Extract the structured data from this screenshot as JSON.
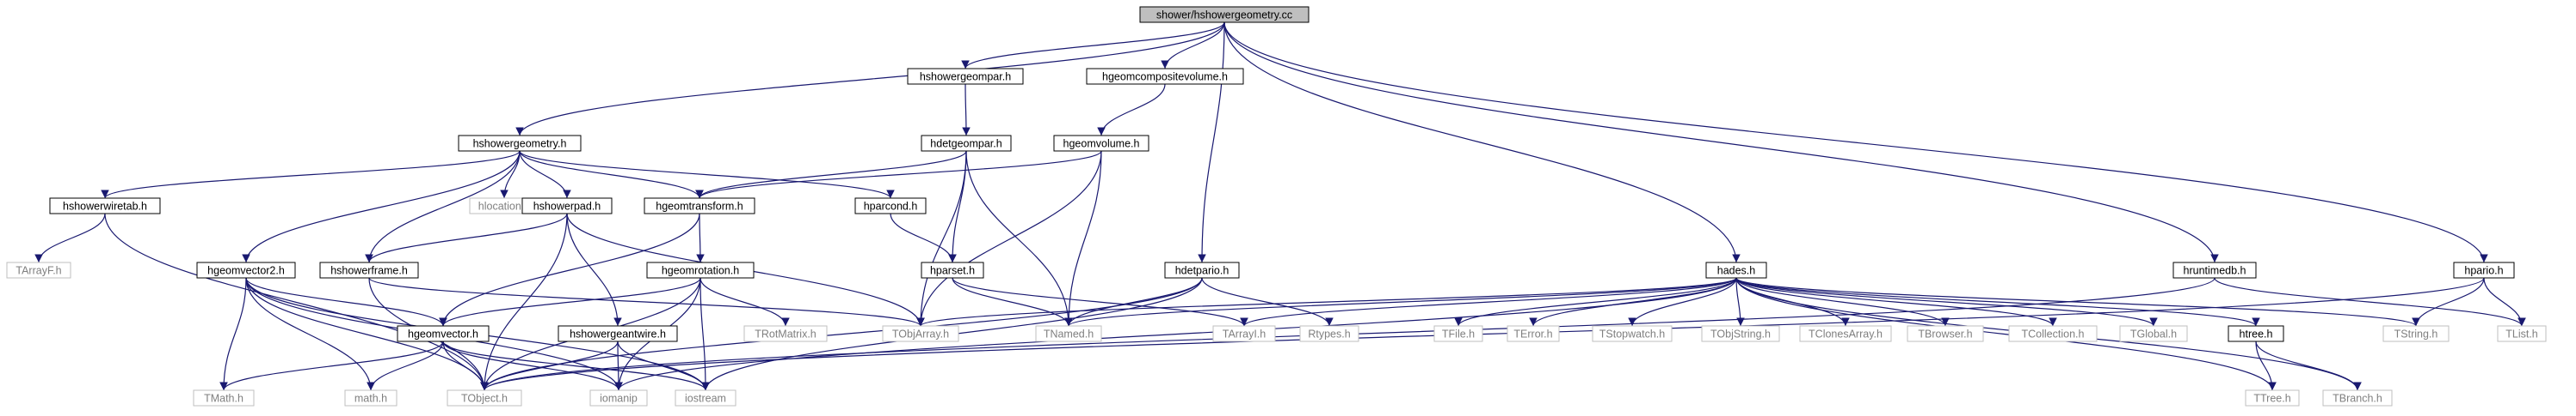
{
  "graph": {
    "colors": {
      "edge": "#191970",
      "node_border": "#000000",
      "node_fill": "#ffffff",
      "root_fill": "#bfbfbf",
      "external_border": "#bfbfbf",
      "external_text": "#7f7f7f",
      "text": "#000000"
    },
    "nodes": [
      {
        "id": "n_root",
        "label": "shower/hshowergeometry.cc",
        "kind": "root"
      },
      {
        "id": "n_hshowergeompar",
        "label": "hshowergeompar.h",
        "kind": "doc"
      },
      {
        "id": "n_hgeomcompositevolume",
        "label": "hgeomcompositevolume.h",
        "kind": "doc"
      },
      {
        "id": "n_hshowergeometry",
        "label": "hshowergeometry.h",
        "kind": "doc"
      },
      {
        "id": "n_hdetgeompar",
        "label": "hdetgeompar.h",
        "kind": "doc"
      },
      {
        "id": "n_hgeomvolume",
        "label": "hgeomvolume.h",
        "kind": "doc"
      },
      {
        "id": "n_hshowerwiretab",
        "label": "hshowerwiretab.h",
        "kind": "doc"
      },
      {
        "id": "n_hlocation",
        "label": "hlocation.h",
        "kind": "ext"
      },
      {
        "id": "n_hshowerpad",
        "label": "hshowerpad.h",
        "kind": "doc"
      },
      {
        "id": "n_hgeomtransform",
        "label": "hgeomtransform.h",
        "kind": "doc"
      },
      {
        "id": "n_hparcond",
        "label": "hparcond.h",
        "kind": "doc"
      },
      {
        "id": "n_tarrayf",
        "label": "TArrayF.h",
        "kind": "ext"
      },
      {
        "id": "n_hgeomvector2",
        "label": "hgeomvector2.h",
        "kind": "doc"
      },
      {
        "id": "n_hshowerframe",
        "label": "hshowerframe.h",
        "kind": "doc"
      },
      {
        "id": "n_hgeomrotation",
        "label": "hgeomrotation.h",
        "kind": "doc"
      },
      {
        "id": "n_hparset",
        "label": "hparset.h",
        "kind": "doc"
      },
      {
        "id": "n_hdetpario",
        "label": "hdetpario.h",
        "kind": "doc"
      },
      {
        "id": "n_hades",
        "label": "hades.h",
        "kind": "doc"
      },
      {
        "id": "n_hruntimedb",
        "label": "hruntimedb.h",
        "kind": "doc"
      },
      {
        "id": "n_hpario",
        "label": "hpario.h",
        "kind": "doc"
      },
      {
        "id": "n_hgeomvector",
        "label": "hgeomvector.h",
        "kind": "doc"
      },
      {
        "id": "n_hshowergeantwire",
        "label": "hshowergeantwire.h",
        "kind": "doc"
      },
      {
        "id": "n_trotmatrix",
        "label": "TRotMatrix.h",
        "kind": "ext"
      },
      {
        "id": "n_tobjarray",
        "label": "TObjArray.h",
        "kind": "ext"
      },
      {
        "id": "n_tnamed",
        "label": "TNamed.h",
        "kind": "ext"
      },
      {
        "id": "n_tarrayi",
        "label": "TArrayI.h",
        "kind": "ext"
      },
      {
        "id": "n_rtypes",
        "label": "Rtypes.h",
        "kind": "ext"
      },
      {
        "id": "n_tfile",
        "label": "TFile.h",
        "kind": "ext"
      },
      {
        "id": "n_terror",
        "label": "TError.h",
        "kind": "ext"
      },
      {
        "id": "n_tstopwatch",
        "label": "TStopwatch.h",
        "kind": "ext"
      },
      {
        "id": "n_tobjstring",
        "label": "TObjString.h",
        "kind": "ext"
      },
      {
        "id": "n_tclonesarray",
        "label": "TClonesArray.h",
        "kind": "ext"
      },
      {
        "id": "n_tbrowser",
        "label": "TBrowser.h",
        "kind": "ext"
      },
      {
        "id": "n_tcollection",
        "label": "TCollection.h",
        "kind": "ext"
      },
      {
        "id": "n_tglobal",
        "label": "TGlobal.h",
        "kind": "ext"
      },
      {
        "id": "n_htree",
        "label": "htree.h",
        "kind": "doc"
      },
      {
        "id": "n_tstring",
        "label": "TString.h",
        "kind": "ext"
      },
      {
        "id": "n_tlist",
        "label": "TList.h",
        "kind": "ext"
      },
      {
        "id": "n_tmath",
        "label": "TMath.h",
        "kind": "ext"
      },
      {
        "id": "n_math",
        "label": "math.h",
        "kind": "ext"
      },
      {
        "id": "n_tobject",
        "label": "TObject.h",
        "kind": "ext"
      },
      {
        "id": "n_iomanip",
        "label": "iomanip",
        "kind": "ext"
      },
      {
        "id": "n_iostream",
        "label": "iostream",
        "kind": "ext"
      },
      {
        "id": "n_ttree",
        "label": "TTree.h",
        "kind": "ext"
      },
      {
        "id": "n_tbranch",
        "label": "TBranch.h",
        "kind": "ext"
      }
    ],
    "edges": [
      [
        "n_root",
        "n_hshowergeompar"
      ],
      [
        "n_root",
        "n_hgeomcompositevolume"
      ],
      [
        "n_root",
        "n_hshowergeometry"
      ],
      [
        "n_root",
        "n_hdetpario"
      ],
      [
        "n_root",
        "n_hades"
      ],
      [
        "n_root",
        "n_hruntimedb"
      ],
      [
        "n_root",
        "n_hpario"
      ],
      [
        "n_hshowergeompar",
        "n_hdetgeompar"
      ],
      [
        "n_hgeomcompositevolume",
        "n_hgeomvolume"
      ],
      [
        "n_hshowergeometry",
        "n_hshowerwiretab"
      ],
      [
        "n_hshowergeometry",
        "n_hlocation"
      ],
      [
        "n_hshowergeometry",
        "n_hshowerpad"
      ],
      [
        "n_hshowergeometry",
        "n_hgeomtransform"
      ],
      [
        "n_hshowergeometry",
        "n_hparcond"
      ],
      [
        "n_hshowergeometry",
        "n_hgeomvector2"
      ],
      [
        "n_hshowergeometry",
        "n_hshowerframe"
      ],
      [
        "n_hdetgeompar",
        "n_hgeomtransform"
      ],
      [
        "n_hdetgeompar",
        "n_hparset"
      ],
      [
        "n_hdetgeompar",
        "n_tobjarray"
      ],
      [
        "n_hdetgeompar",
        "n_tnamed"
      ],
      [
        "n_hgeomvolume",
        "n_hgeomtransform"
      ],
      [
        "n_hgeomvolume",
        "n_tobjarray"
      ],
      [
        "n_hgeomvolume",
        "n_tnamed"
      ],
      [
        "n_hshowerwiretab",
        "n_tarrayf"
      ],
      [
        "n_hshowerwiretab",
        "n_tobject"
      ],
      [
        "n_hshowerpad",
        "n_hshowerframe"
      ],
      [
        "n_hshowerpad",
        "n_hshowergeantwire"
      ],
      [
        "n_hshowerpad",
        "n_tobjarray"
      ],
      [
        "n_hshowerpad",
        "n_tobject"
      ],
      [
        "n_hgeomtransform",
        "n_hgeomrotation"
      ],
      [
        "n_hgeomtransform",
        "n_hgeomvector"
      ],
      [
        "n_hparcond",
        "n_hparset"
      ],
      [
        "n_hgeomvector2",
        "n_hgeomvector"
      ],
      [
        "n_hgeomvector2",
        "n_tmath"
      ],
      [
        "n_hgeomvector2",
        "n_math"
      ],
      [
        "n_hgeomvector2",
        "n_tobject"
      ],
      [
        "n_hgeomvector2",
        "n_iomanip"
      ],
      [
        "n_hgeomvector2",
        "n_iostream"
      ],
      [
        "n_hshowerframe",
        "n_tobjarray"
      ],
      [
        "n_hshowerframe",
        "n_tobject"
      ],
      [
        "n_hgeomrotation",
        "n_hgeomvector"
      ],
      [
        "n_hgeomrotation",
        "n_trotmatrix"
      ],
      [
        "n_hgeomrotation",
        "n_tobject"
      ],
      [
        "n_hgeomrotation",
        "n_iomanip"
      ],
      [
        "n_hgeomrotation",
        "n_iostream"
      ],
      [
        "n_hparset",
        "n_tnamed"
      ],
      [
        "n_hparset",
        "n_tarrayi"
      ],
      [
        "n_hdetpario",
        "n_tnamed"
      ],
      [
        "n_hdetpario",
        "n_rtypes"
      ],
      [
        "n_hdetpario",
        "n_tobject"
      ],
      [
        "n_hdetpario",
        "n_iostream"
      ],
      [
        "n_hades",
        "n_tobjarray"
      ],
      [
        "n_hades",
        "n_tnamed"
      ],
      [
        "n_hades",
        "n_tarrayi"
      ],
      [
        "n_hades",
        "n_tfile"
      ],
      [
        "n_hades",
        "n_terror"
      ],
      [
        "n_hades",
        "n_tstopwatch"
      ],
      [
        "n_hades",
        "n_tobjstring"
      ],
      [
        "n_hades",
        "n_tclonesarray"
      ],
      [
        "n_hades",
        "n_tbrowser"
      ],
      [
        "n_hades",
        "n_tcollection"
      ],
      [
        "n_hades",
        "n_tglobal"
      ],
      [
        "n_hades",
        "n_htree"
      ],
      [
        "n_hades",
        "n_tstring"
      ],
      [
        "n_hades",
        "n_ttree"
      ],
      [
        "n_hades",
        "n_tbranch"
      ],
      [
        "n_hades",
        "n_iomanip"
      ],
      [
        "n_hruntimedb",
        "n_tlist"
      ],
      [
        "n_hruntimedb",
        "n_tobject"
      ],
      [
        "n_hpario",
        "n_tstring"
      ],
      [
        "n_hpario",
        "n_tlist"
      ],
      [
        "n_hpario",
        "n_tobject"
      ],
      [
        "n_hgeomvector",
        "n_tmath"
      ],
      [
        "n_hgeomvector",
        "n_math"
      ],
      [
        "n_hgeomvector",
        "n_tobject"
      ],
      [
        "n_hgeomvector",
        "n_iomanip"
      ],
      [
        "n_hgeomvector",
        "n_iostream"
      ],
      [
        "n_hshowergeantwire",
        "n_tobject"
      ],
      [
        "n_hshowergeantwire",
        "n_iomanip"
      ],
      [
        "n_hshowergeantwire",
        "n_iostream"
      ],
      [
        "n_htree",
        "n_ttree"
      ],
      [
        "n_htree",
        "n_tbranch"
      ]
    ]
  }
}
